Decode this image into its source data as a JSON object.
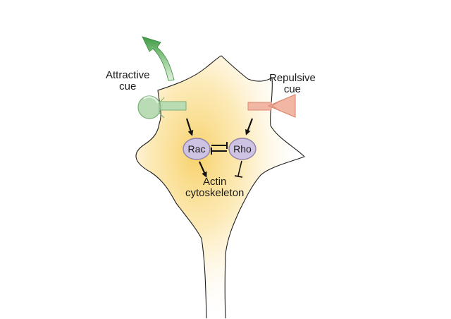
{
  "attractive_cue": {
    "line1": "Attractive",
    "line2": "cue"
  },
  "repulsive_cue": {
    "line1": "Repulsive",
    "line2": "cue"
  },
  "nodes": {
    "rac": "Rac",
    "rho": "Rho"
  },
  "actin": {
    "line1": "Actin",
    "line2": "cytoskeleton"
  },
  "colors": {
    "attractive": "#b9dcb5",
    "attractive_stroke": "#7aae76",
    "attractive_arrow": "#4a9a4a",
    "repulsive": "#f2b6a5",
    "repulsive_stroke": "#d98870",
    "gtpase_fill": "#cfc3e4",
    "gtpase_stroke": "#8f83ad",
    "signal_glow": "#f7cf63"
  },
  "icons": [
    "attractive-receptor-icon",
    "repulsive-receptor-icon",
    "growth-direction-arrow-icon"
  ]
}
